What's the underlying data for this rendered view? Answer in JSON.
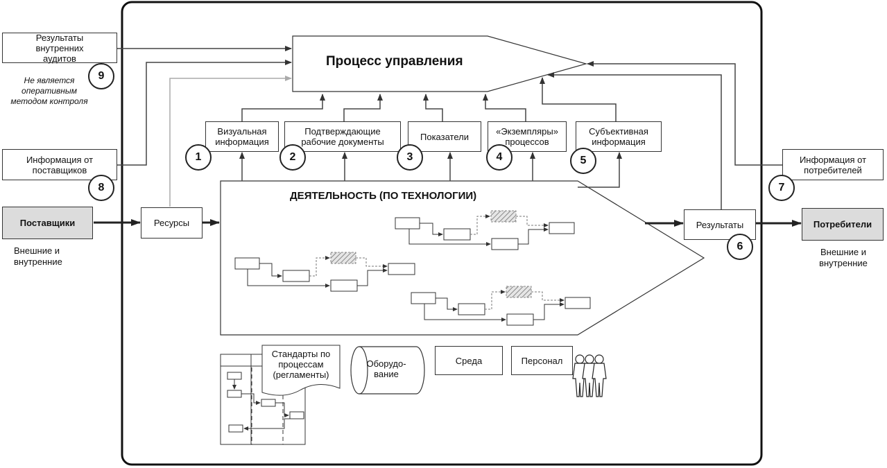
{
  "process_title": "Процесс управления",
  "activity_title": "ДЕЯТЕЛЬНОСТЬ (ПО ТЕХНОЛОГИИ)",
  "inputs_top": {
    "visual": "Визуальная информация",
    "confirming_docs": "Подтверждающие рабочие документы",
    "indicators": "Показатели",
    "instances": "«Экземпляры» процессов",
    "subjective": "Субъективная информация"
  },
  "left": {
    "audits": "Результаты внутренних аудитов",
    "not_operative": "Не является оперативным методом контроля",
    "suppliers_info": "Информация от поставщиков",
    "suppliers": "Поставщики",
    "suppliers_note": "Внешние и внутренние",
    "resources": "Ресурсы"
  },
  "right": {
    "consumers_info": "Информация от потребителей",
    "results": "Результаты",
    "consumers": "Потребители",
    "consumers_note": "Внешние и внутренние"
  },
  "bottom": {
    "standards": "Стандарты по процессам (регламенты)",
    "equipment": "Оборудо-вание",
    "environment": "Среда",
    "personnel": "Персонал"
  },
  "numbers": {
    "n1": "1",
    "n2": "2",
    "n3": "3",
    "n4": "4",
    "n5": "5",
    "n6": "6",
    "n7": "7",
    "n8": "8",
    "n9": "9"
  }
}
